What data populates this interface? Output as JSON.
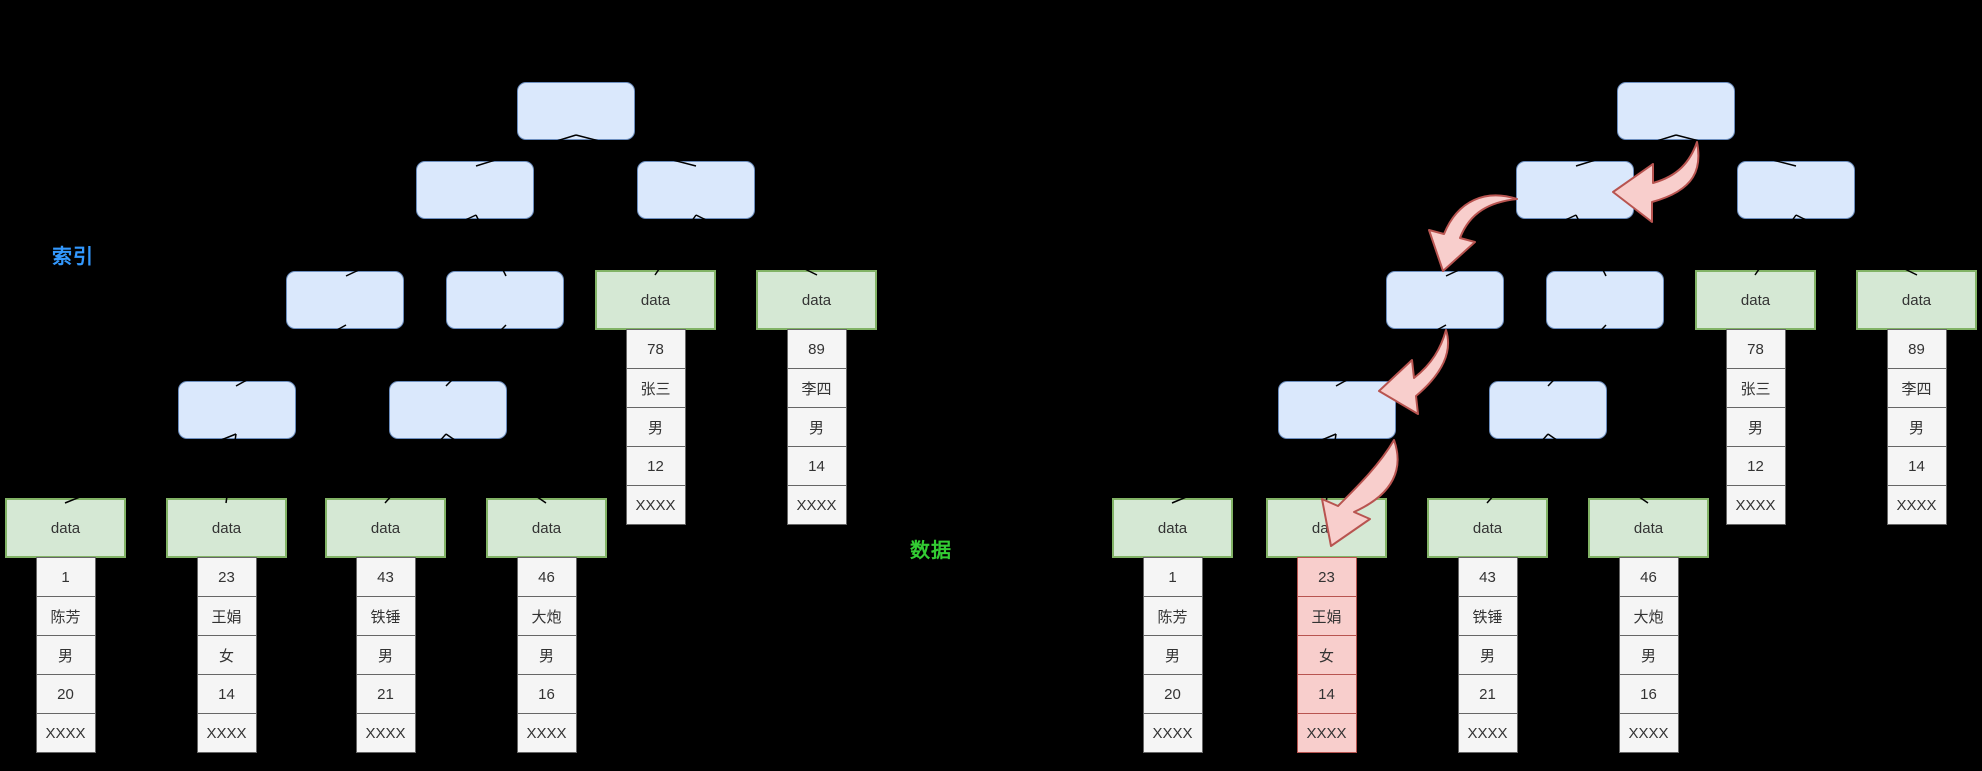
{
  "labels": {
    "index": "索引",
    "data": "数据"
  },
  "columns": {
    "c1": {
      "header": "data",
      "cells": [
        "1",
        "陈芳",
        "男",
        "20",
        "XXXX"
      ]
    },
    "c23": {
      "header": "data",
      "cells": [
        "23",
        "王娟",
        "女",
        "14",
        "XXXX"
      ]
    },
    "c43": {
      "header": "data",
      "cells": [
        "43",
        "铁锤",
        "男",
        "21",
        "XXXX"
      ]
    },
    "c46": {
      "header": "data",
      "cells": [
        "46",
        "大炮",
        "男",
        "16",
        "XXXX"
      ]
    },
    "c78": {
      "header": "data",
      "cells": [
        "78",
        "张三",
        "男",
        "12",
        "XXXX"
      ]
    },
    "c89": {
      "header": "data",
      "cells": [
        "89",
        "李四",
        "男",
        "14",
        "XXXX"
      ]
    }
  },
  "colors": {
    "background": "#000000",
    "index_node_fill": "#dae8fc",
    "index_node_stroke": "#6c8ebf",
    "data_node_fill": "#d5e8d4",
    "data_node_stroke": "#82b366",
    "cell_fill": "#f5f5f5",
    "cell_stroke": "#666666",
    "highlight_fill": "#f8cecc",
    "highlight_stroke": "#b85450",
    "arrow_fill": "#f8cecc",
    "arrow_stroke": "#b85450",
    "index_label_color": "#3399ff",
    "data_label_color": "#33cc33"
  }
}
